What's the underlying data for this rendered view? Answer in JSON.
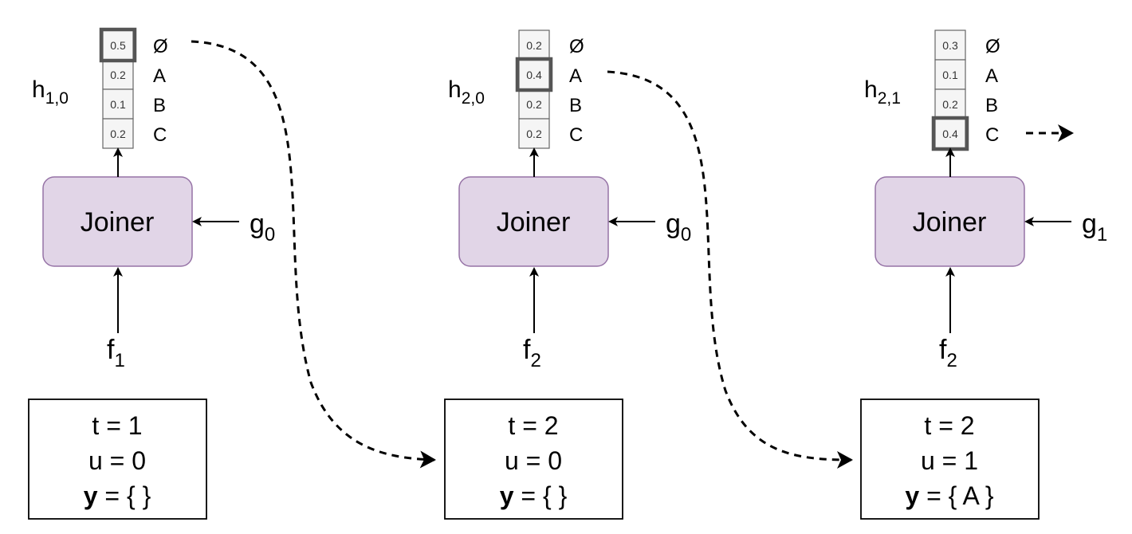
{
  "labels": [
    "Ø",
    "A",
    "B",
    "C"
  ],
  "joiner_label": "Joiner",
  "steps": [
    {
      "h": {
        "base": "h",
        "sub": "1,0"
      },
      "probs": [
        "0.5",
        "0.2",
        "0.1",
        "0.2"
      ],
      "selected": 0,
      "g": {
        "base": "g",
        "sub": "0"
      },
      "f": {
        "base": "f",
        "sub": "1"
      },
      "state": {
        "t": "t = 1",
        "u": "u = 0",
        "y_bold": "y",
        "y_rest": " = { }"
      }
    },
    {
      "h": {
        "base": "h",
        "sub": "2,0"
      },
      "probs": [
        "0.2",
        "0.4",
        "0.2",
        "0.2"
      ],
      "selected": 1,
      "g": {
        "base": "g",
        "sub": "0"
      },
      "f": {
        "base": "f",
        "sub": "2"
      },
      "state": {
        "t": "t = 2",
        "u": "u = 0",
        "y_bold": "y",
        "y_rest": " = { }"
      }
    },
    {
      "h": {
        "base": "h",
        "sub": "2,1"
      },
      "probs": [
        "0.3",
        "0.1",
        "0.2",
        "0.4"
      ],
      "selected": 3,
      "g": {
        "base": "g",
        "sub": "1"
      },
      "f": {
        "base": "f",
        "sub": "2"
      },
      "state": {
        "t": "t = 2",
        "u": "u = 1",
        "y_bold": "y",
        "y_rest": " = { A }"
      }
    }
  ],
  "colors": {
    "joiner_fill": "#e1d5e7",
    "joiner_stroke": "#9673a6",
    "cell_fill": "#f5f5f5",
    "highlight": "#555555"
  }
}
